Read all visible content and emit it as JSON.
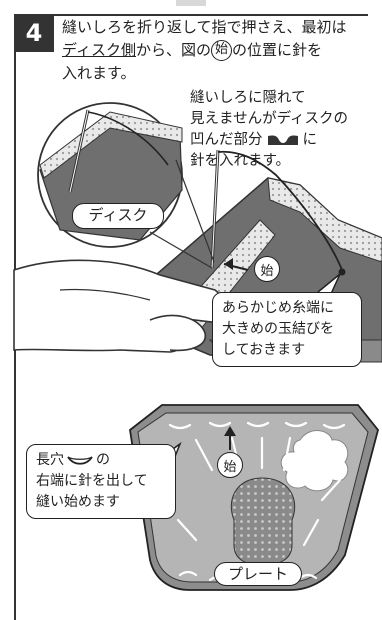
{
  "step": {
    "number": "4"
  },
  "instruction": {
    "line1": "縫いしろを折り返して指で押さえ、最初は",
    "line2_underlined": "ディスク側",
    "line2_rest_a": "から、図の",
    "start_symbol": "始",
    "line2_rest_b": "の位置に針を",
    "line3": "入れます。"
  },
  "hidden_note": {
    "line1": "縫いしろに隠れて",
    "line2": "見えませんがディスクの",
    "line3_a": "凹んだ部分",
    "line3_b": "に",
    "line4": "針を入れます。"
  },
  "disk_label": "ディスク",
  "start_marker_top": "始",
  "knot_note": {
    "line1": "あらかじめ糸端に",
    "line2": "大きめの玉結びを",
    "line3": "しておきます"
  },
  "slot_note": {
    "line1_a": "長穴",
    "line1_b": "の",
    "line2": "右端に針を出して",
    "line3": "縫い始めます"
  },
  "start_marker_bottom": "始",
  "plate_label": "プレート",
  "colors": {
    "fabric_gray": "#6f6f6f",
    "dots": "#9a9a9a",
    "ink": "#222222",
    "skin": "#ffffff"
  }
}
